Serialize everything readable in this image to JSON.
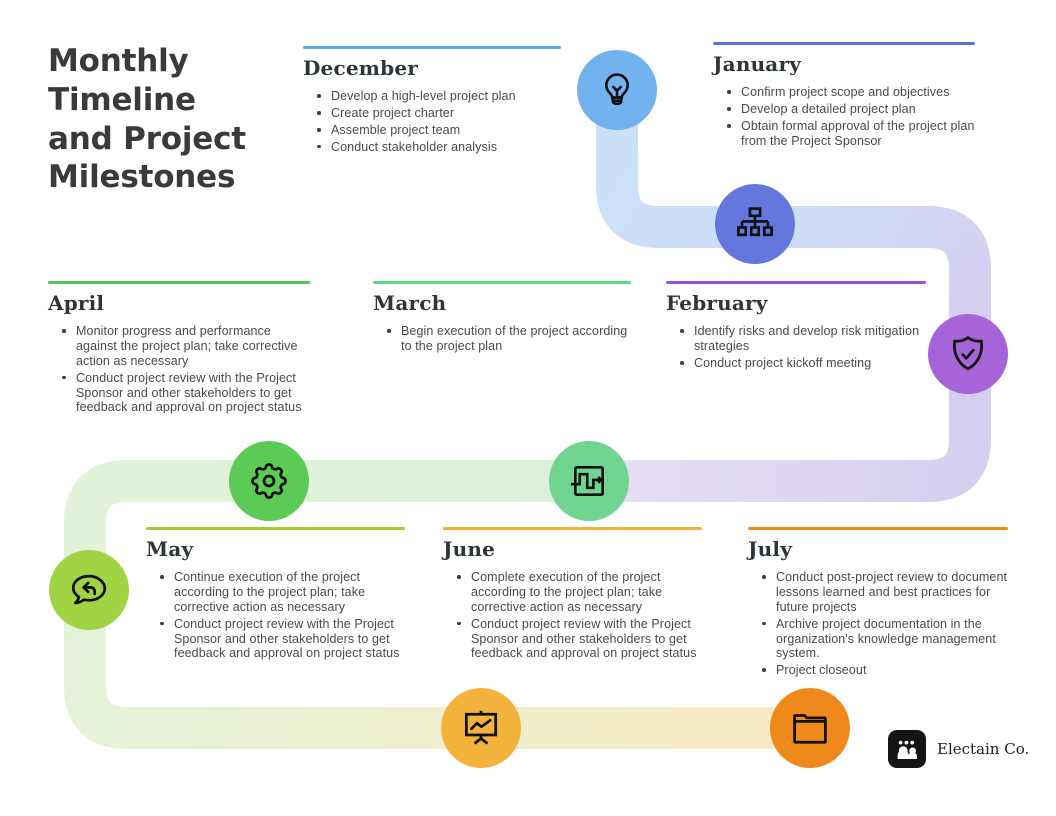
{
  "title": "Monthly Timeline and Project Milestones",
  "brand": {
    "name": "Electain Co."
  },
  "months": [
    {
      "name": "December",
      "color": "#58aae8",
      "items": [
        "Develop a high-level project plan",
        "Create project charter",
        "Assemble project team",
        "Conduct stakeholder analysis"
      ]
    },
    {
      "name": "January",
      "color": "#5b72d4",
      "items": [
        "Confirm project scope and objectives",
        "Develop a detailed project plan",
        "Obtain formal approval of the project plan from the Project Sponsor"
      ]
    },
    {
      "name": "February",
      "color": "#9c4fd0",
      "items": [
        "Identify risks and develop risk mitigation strategies",
        "Conduct project kickoff meeting"
      ]
    },
    {
      "name": "March",
      "color": "#5ed687",
      "items": [
        "Begin execution of the project according to the project plan"
      ]
    },
    {
      "name": "April",
      "color": "#54c553",
      "items": [
        "Monitor progress and performance against the project plan; take corrective action as necessary",
        "Conduct project review with the Project Sponsor and other stakeholders to get feedback and approval on project status"
      ]
    },
    {
      "name": "May",
      "color": "#a7cb37",
      "items": [
        "Continue execution of the project according to the project plan; take corrective action as necessary",
        "Conduct project review with the Project Sponsor and other stakeholders to get feedback and approval on project status"
      ]
    },
    {
      "name": "June",
      "color": "#f1b13c",
      "items": [
        "Complete execution of the project according to the project plan; take corrective action as necessary",
        "Conduct project review with the Project Sponsor and other stakeholders to get feedback and approval on project status"
      ]
    },
    {
      "name": "July",
      "color": "#ed8a1e",
      "items": [
        "Conduct post-project review to document lessons learned and best practices for future projects",
        "Archive project documentation in the organization's knowledge management system.",
        "Project closeout"
      ]
    }
  ],
  "milestones": [
    {
      "icon": "lightbulb-icon",
      "circle_color": "#72b2ee"
    },
    {
      "icon": "org-chart-icon",
      "circle_color": "#6377dc"
    },
    {
      "icon": "shield-check-icon",
      "circle_color": "#a763d8"
    },
    {
      "icon": "gear-icon",
      "circle_color": "#5bcb55"
    },
    {
      "icon": "workflow-icon",
      "circle_color": "#71d490"
    },
    {
      "icon": "chat-reply-icon",
      "circle_color": "#a1d445"
    },
    {
      "icon": "presentation-chart-icon",
      "circle_color": "#f2b23c"
    },
    {
      "icon": "folder-icon",
      "circle_color": "#f0891c"
    }
  ],
  "path_colors": {
    "blue": "#cbe0f8",
    "blue2": "#cddef7",
    "lavender": "#d6cef0",
    "lavender_light": "#e6dff5",
    "green_pale": "#dbf0dd",
    "green_pale2": "#e3f3da",
    "yellow_green": "#edf2d3",
    "amber_pale": "#f8eac2"
  }
}
